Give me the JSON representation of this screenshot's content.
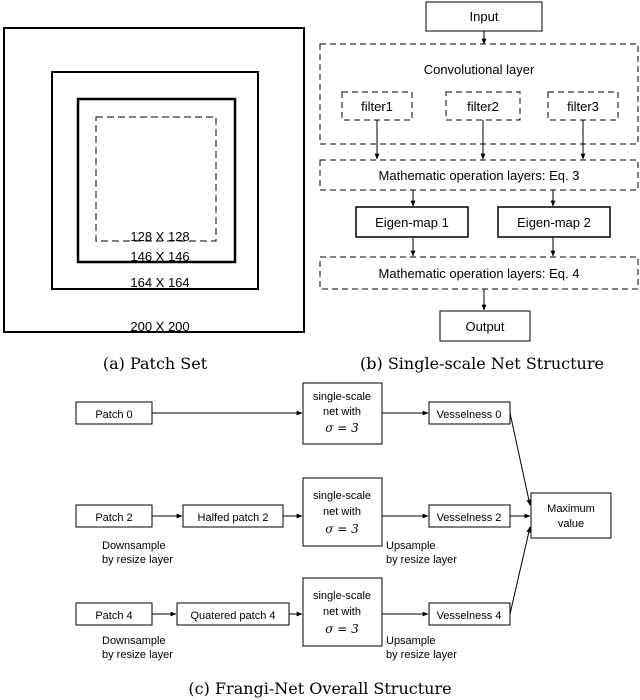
{
  "panel_a": {
    "sizes": {
      "s200": "200 X 200",
      "s164": "164 X 164",
      "s146": "146 X 146",
      "s128": "128 X 128"
    },
    "caption": "(a) Patch Set"
  },
  "panel_b": {
    "input": "Input",
    "conv_layer": "Convolutional layer",
    "filters": [
      "filter1",
      "filter2",
      "filter3"
    ],
    "math_eq3": "Mathematic operation layers: Eq. 3",
    "eigen": [
      "Eigen-map 1",
      "Eigen-map 2"
    ],
    "math_eq4": "Mathematic operation layers: Eq. 4",
    "output": "Output",
    "caption": "(b) Single-scale Net Structure"
  },
  "panel_c": {
    "patches": [
      "Patch 0",
      "Patch 2",
      "Patch 4"
    ],
    "halfed": "Halfed patch 2",
    "quatered": "Quatered patch 4",
    "net_lines": [
      "single-scale",
      "net with",
      "σ = 3"
    ],
    "vesselness": [
      "Vesselness 0",
      "Vesselness 2",
      "Vesselness 4"
    ],
    "max_lines": [
      "Maximum",
      "value"
    ],
    "downsample": [
      "Downsample",
      "by resize layer"
    ],
    "upsample": [
      "Upsample",
      "by resize layer"
    ],
    "caption": "(c) Frangi-Net Overall Structure"
  },
  "colors": {
    "line": "#000000",
    "background": "#ffffff"
  }
}
